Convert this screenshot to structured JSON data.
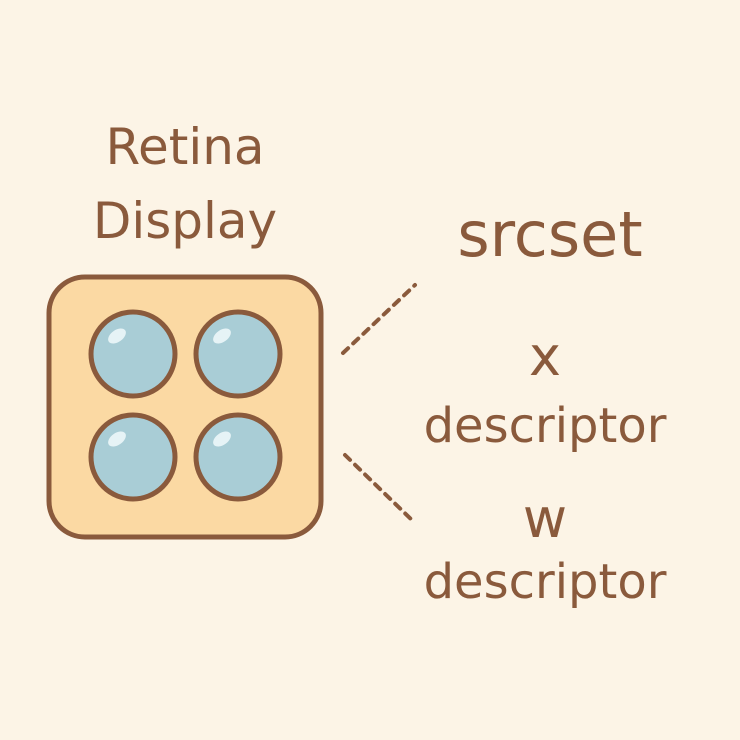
{
  "title": {
    "line1": "Retina",
    "line2": "Display"
  },
  "labels": {
    "srcset": "srcset",
    "x_letter": "x",
    "x_descriptor": "descriptor",
    "w_letter": "w",
    "w_descriptor": "descriptor"
  },
  "colors": {
    "background": "#fcf4e6",
    "text": "#8a5a3c",
    "panel_fill": "#fbd9a3",
    "panel_stroke": "#8a5a3c",
    "lens_fill": "#a9cdd6",
    "lens_highlight": "#e6f3f6"
  }
}
